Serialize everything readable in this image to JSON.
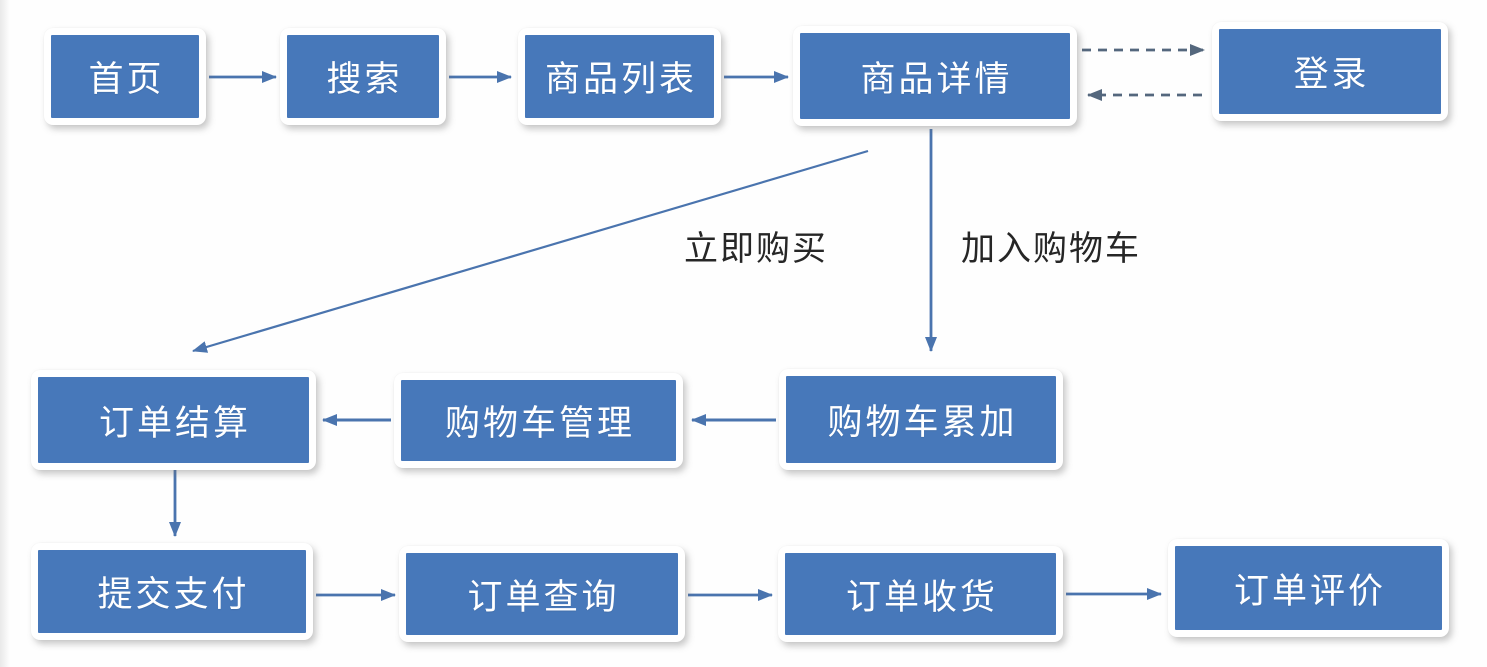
{
  "diagram": {
    "title_implicit": "",
    "colors": {
      "node_fill": "#4778BA",
      "node_frame": "#ffffff",
      "node_text": "#ffffff",
      "arrow_solid": "#4A74AE",
      "arrow_dashed": "#54677D",
      "edge_label_text": "#262626",
      "background": "#fefefe"
    },
    "nodes": [
      {
        "id": "home",
        "label": "首页"
      },
      {
        "id": "search",
        "label": "搜索"
      },
      {
        "id": "product-list",
        "label": "商品列表"
      },
      {
        "id": "product-detail",
        "label": "商品详情"
      },
      {
        "id": "login",
        "label": "登录"
      },
      {
        "id": "order-settlement",
        "label": "订单结算"
      },
      {
        "id": "cart-management",
        "label": "购物车管理"
      },
      {
        "id": "cart-accumulation",
        "label": "购物车累加"
      },
      {
        "id": "submit-payment",
        "label": "提交支付"
      },
      {
        "id": "order-query",
        "label": "订单查询"
      },
      {
        "id": "order-receiving",
        "label": "订单收货"
      },
      {
        "id": "order-review",
        "label": "订单评价"
      }
    ],
    "edge_labels": [
      {
        "id": "buy-now",
        "label": "立即购买"
      },
      {
        "id": "add-to-cart",
        "label": "加入购物车"
      }
    ],
    "edges": [
      {
        "from": "home",
        "to": "search",
        "style": "solid",
        "label": ""
      },
      {
        "from": "search",
        "to": "product-list",
        "style": "solid",
        "label": ""
      },
      {
        "from": "product-list",
        "to": "product-detail",
        "style": "solid",
        "label": ""
      },
      {
        "from": "product-detail",
        "to": "login",
        "style": "dashed",
        "label": ""
      },
      {
        "from": "login",
        "to": "product-detail",
        "style": "dashed",
        "label": ""
      },
      {
        "from": "product-detail",
        "to": "order-settlement",
        "style": "solid",
        "label": "立即购买"
      },
      {
        "from": "product-detail",
        "to": "cart-accumulation",
        "style": "solid",
        "label": "加入购物车"
      },
      {
        "from": "cart-accumulation",
        "to": "cart-management",
        "style": "solid",
        "label": ""
      },
      {
        "from": "cart-management",
        "to": "order-settlement",
        "style": "solid",
        "label": ""
      },
      {
        "from": "order-settlement",
        "to": "submit-payment",
        "style": "solid",
        "label": ""
      },
      {
        "from": "submit-payment",
        "to": "order-query",
        "style": "solid",
        "label": ""
      },
      {
        "from": "order-query",
        "to": "order-receiving",
        "style": "solid",
        "label": ""
      },
      {
        "from": "order-receiving",
        "to": "order-review",
        "style": "solid",
        "label": ""
      }
    ]
  }
}
